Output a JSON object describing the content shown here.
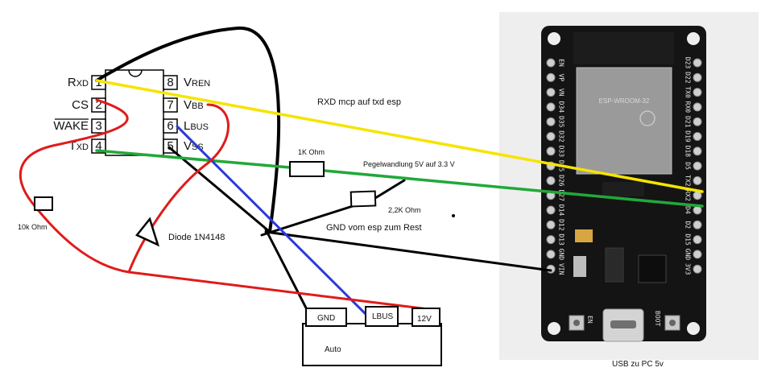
{
  "ic": {
    "left_pins": [
      {
        "num": "1",
        "name": "R",
        "sub": "XD",
        "overline": false
      },
      {
        "num": "2",
        "name": "CS",
        "sub": "",
        "overline": false
      },
      {
        "num": "3",
        "name": "WAKE",
        "sub": "",
        "overline": true
      },
      {
        "num": "4",
        "name": "T",
        "sub": "XD",
        "overline": false
      }
    ],
    "right_pins": [
      {
        "num": "8",
        "name": "V",
        "sub": "REN"
      },
      {
        "num": "7",
        "name": "V",
        "sub": "BB"
      },
      {
        "num": "6",
        "name": "L",
        "sub": "BUS"
      },
      {
        "num": "5",
        "name": "V",
        "sub": "SS"
      }
    ]
  },
  "labels": {
    "rxd_note": "RXD mcp auf txd esp",
    "r1k": "1K Ohm",
    "level_shift": "Pegelwandlung 5V auf 3.3 V",
    "r22k": "2,2K Ohm",
    "gnd_note": "GND vom esp zum Rest",
    "r10k": "10k Ohm",
    "diode": "Diode 1N4148",
    "usb": "USB zu PC 5v"
  },
  "auto": {
    "title": "Auto",
    "gnd": "GND",
    "lbus": "LBUS",
    "v12": "12V"
  },
  "board": {
    "module": "ESP-WROOM-32",
    "left_pins": [
      "EN",
      "VP",
      "VN",
      "D34",
      "D35",
      "D32",
      "D33",
      "D25",
      "D26",
      "D27",
      "D14",
      "D12",
      "D13",
      "GND",
      "VIN"
    ],
    "right_pins": [
      "D23",
      "D22",
      "TX0",
      "RX0",
      "D21",
      "D19",
      "D18",
      "D5",
      "TX2",
      "RX2",
      "D4",
      "D2",
      "D15",
      "GND",
      "3V3"
    ],
    "btn_left": "EN",
    "btn_right": "BOOT"
  },
  "colors": {
    "yellow_wire": "#f5e400",
    "green_wire": "#22a83a",
    "red_wire": "#e01b1b",
    "blue_wire": "#2b3bd6",
    "black_wire": "#000000"
  }
}
